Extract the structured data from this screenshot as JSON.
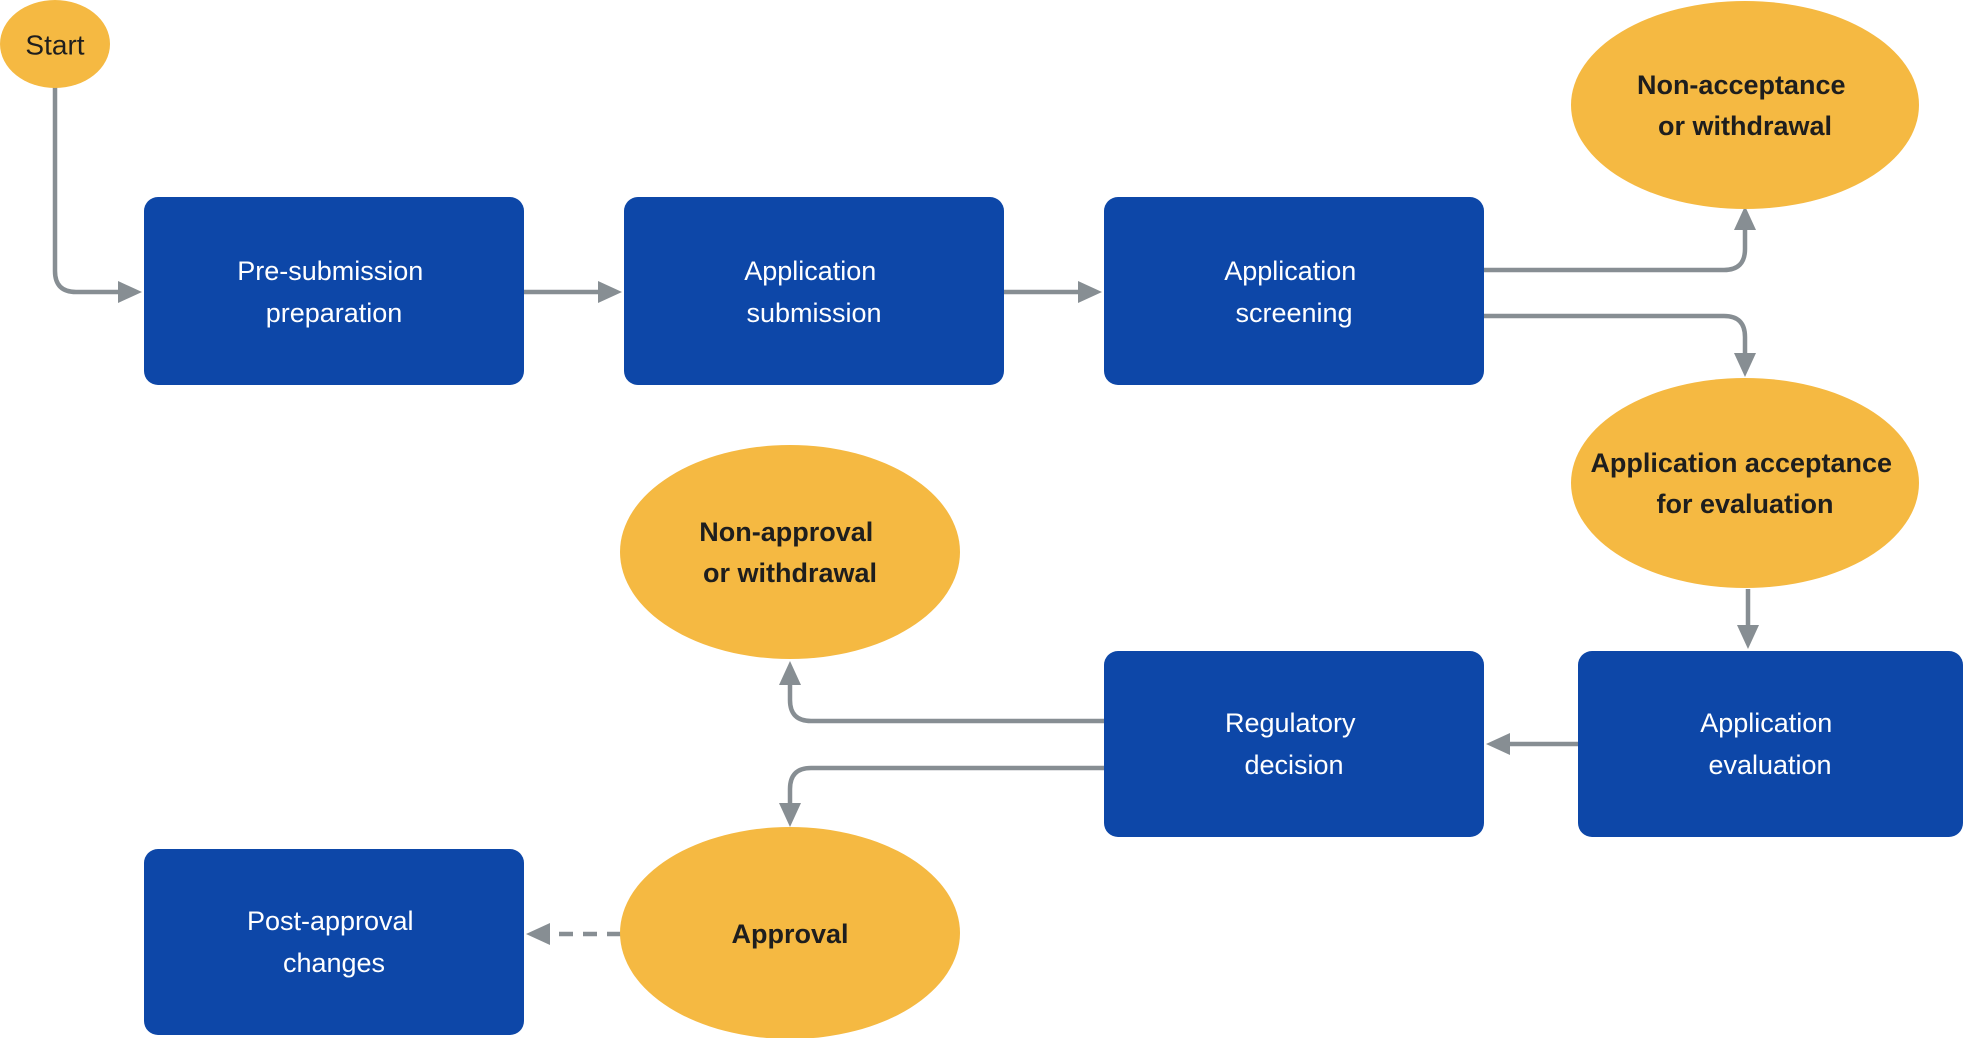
{
  "diagram": {
    "type": "flowchart",
    "description": "Regulatory application approval process flowchart",
    "colors": {
      "process_fill": "#0d47a8",
      "terminal_fill": "#f5b942",
      "process_text": "#ffffff",
      "terminal_text": "#1e1e1e",
      "connector": "#878e93",
      "background": "#ffffff"
    },
    "nodes": {
      "start": {
        "shape": "ellipse",
        "label": "Start"
      },
      "pre_submission": {
        "shape": "rect",
        "line1": "Pre-submission",
        "line2": "preparation"
      },
      "application_submission": {
        "shape": "rect",
        "line1": "Application",
        "line2": "submission"
      },
      "application_screening": {
        "shape": "rect",
        "line1": "Application",
        "line2": "screening"
      },
      "non_acceptance": {
        "shape": "ellipse",
        "line1": "Non-acceptance",
        "line2": "or withdrawal"
      },
      "acceptance": {
        "shape": "ellipse",
        "line1": "Application acceptance",
        "line2": "for evaluation"
      },
      "application_evaluation": {
        "shape": "rect",
        "line1": "Application",
        "line2": "evaluation"
      },
      "regulatory_decision": {
        "shape": "rect",
        "line1": "Regulatory",
        "line2": "decision"
      },
      "non_approval": {
        "shape": "ellipse",
        "line1": "Non-approval",
        "line2": "or withdrawal"
      },
      "approval": {
        "shape": "ellipse",
        "label": "Approval"
      },
      "post_approval": {
        "shape": "rect",
        "line1": "Post-approval",
        "line2": "changes"
      }
    },
    "edges": [
      {
        "from": "start",
        "to": "pre_submission",
        "style": "solid"
      },
      {
        "from": "pre_submission",
        "to": "application_submission",
        "style": "solid"
      },
      {
        "from": "application_submission",
        "to": "application_screening",
        "style": "solid"
      },
      {
        "from": "application_screening",
        "to": "non_acceptance",
        "style": "solid"
      },
      {
        "from": "application_screening",
        "to": "acceptance",
        "style": "solid"
      },
      {
        "from": "acceptance",
        "to": "application_evaluation",
        "style": "solid"
      },
      {
        "from": "application_evaluation",
        "to": "regulatory_decision",
        "style": "solid"
      },
      {
        "from": "regulatory_decision",
        "to": "non_approval",
        "style": "solid"
      },
      {
        "from": "regulatory_decision",
        "to": "approval",
        "style": "solid"
      },
      {
        "from": "approval",
        "to": "post_approval",
        "style": "dashed"
      }
    ]
  }
}
